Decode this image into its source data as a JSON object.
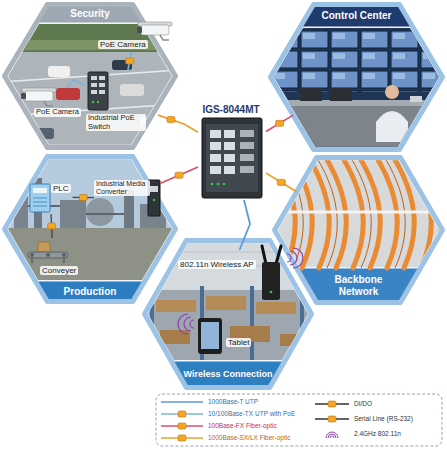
{
  "diagram": {
    "nodes": [
      {
        "text": [
          "Security"
        ]
      },
      {
        "text": [
          "PoE Camera"
        ],
        "in": 0
      },
      {
        "text": [
          "PoE Camera"
        ],
        "in": 0
      },
      {
        "text": [
          "Industrial PoE Switch"
        ],
        "in": 0
      },
      {
        "text": [
          "Control Center"
        ]
      },
      {
        "text": [
          "IGS-8044MT"
        ]
      },
      {
        "text": [
          "Production"
        ]
      },
      {
        "text": [
          "PLC"
        ],
        "in": 6
      },
      {
        "text": [
          "Industrial Media Converter"
        ],
        "in": 6
      },
      {
        "text": [
          "Conveyer"
        ],
        "in": 6
      },
      {
        "text": [
          "Backbone Network"
        ]
      },
      {
        "text": [
          "Wireless Connection"
        ]
      },
      {
        "text": [
          "802.11n Wireless AP"
        ],
        "in": 11
      },
      {
        "text": [
          "Tablet"
        ],
        "in": 11
      }
    ],
    "edges": [
      {
        "from": 1,
        "to": 3,
        "arrow": "none"
      },
      {
        "from": 2,
        "to": 3,
        "arrow": "none"
      },
      {
        "from": 3,
        "to": 5,
        "arrow": "none"
      },
      {
        "from": 5,
        "to": 4,
        "arrow": "none"
      },
      {
        "from": 5,
        "to": 10,
        "arrow": "none"
      },
      {
        "from": 5,
        "to": 8,
        "arrow": "none"
      },
      {
        "from": 8,
        "to": 7,
        "arrow": "none"
      },
      {
        "from": 7,
        "to": 9,
        "arrow": "none"
      },
      {
        "from": 5,
        "to": 12,
        "arrow": "none"
      }
    ],
    "legend": [
      {
        "text": "1000Base-T UTP"
      },
      {
        "text": "10/100Base-TX UTP with PoE"
      },
      {
        "text": "100Base-FX Fiber-optic"
      },
      {
        "text": "1000Base-SX/LX Fiber-optic"
      },
      {
        "text": "DI/DO"
      },
      {
        "text": "Serial Line (RS-232)"
      },
      {
        "text": "2.4GHz 802.11n"
      }
    ]
  }
}
